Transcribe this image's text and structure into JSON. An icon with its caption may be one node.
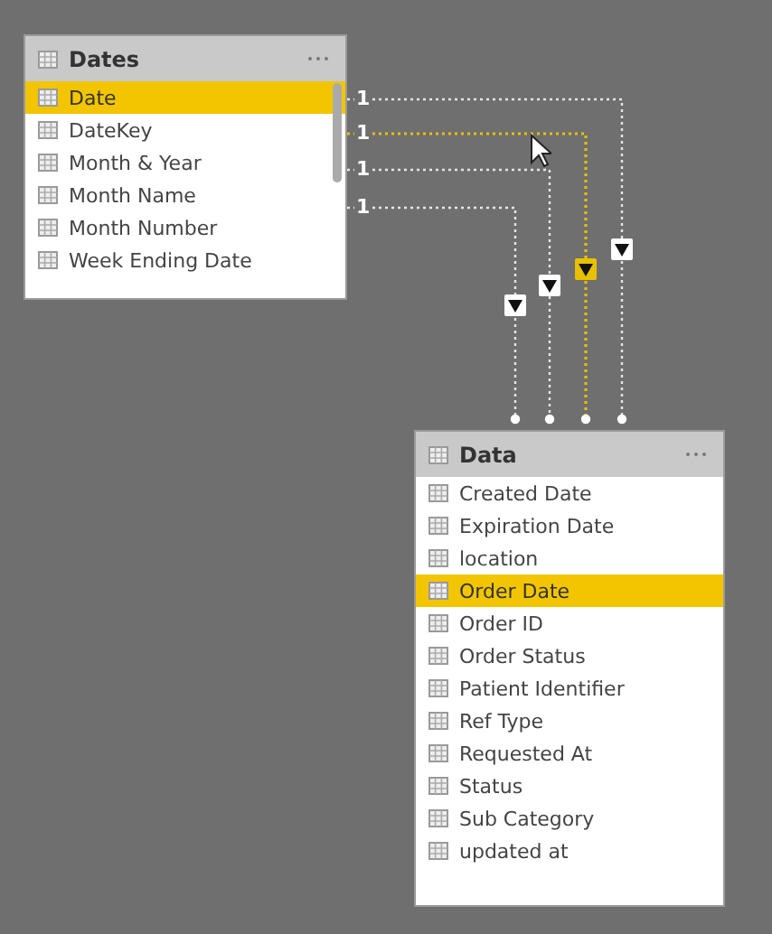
{
  "diagram": {
    "nodes": [
      {
        "text": [
          "Dates",
          "Date",
          "DateKey",
          "Month & Year",
          "Month Name",
          "Month Number",
          "Week Ending Date"
        ]
      },
      {
        "text": [
          "Data",
          "Created Date",
          "Expiration Date",
          "location",
          "Order Date",
          "Order ID",
          "Order Status",
          "Patient Identifier",
          "Ref Type",
          "Requested At",
          "Status",
          "Sub Category",
          "updated at"
        ]
      }
    ],
    "edges": [
      {
        "from": 0,
        "to": 1,
        "arrow": "to",
        "label": "1",
        "style": "dashed"
      },
      {
        "from": 0,
        "to": 1,
        "arrow": "to",
        "label": "1",
        "style": "dashed",
        "color": "#e8c000"
      },
      {
        "from": 0,
        "to": 1,
        "arrow": "to",
        "label": "1",
        "style": "dashed"
      },
      {
        "from": 0,
        "to": 1,
        "arrow": "to",
        "label": "1",
        "style": "dashed"
      }
    ]
  }
}
